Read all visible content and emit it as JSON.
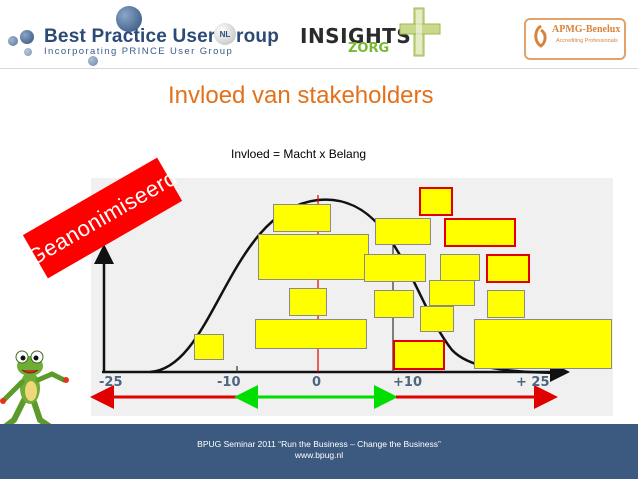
{
  "header": {
    "logo_title": "Best Practice User Group",
    "logo_subtitle": "Incorporating PRINCE User Group",
    "logo_badge": "NL",
    "insights_word": "INSIGHTS",
    "insights_sub": "ZORG",
    "apmg_name": "APMG-Benelux",
    "apmg_tagline": "Accrediting Professionals"
  },
  "slide": {
    "title": "Invloed van stakeholders",
    "formula": "Invloed = Macht x Belang",
    "stamp": "Geanonimiseerd"
  },
  "axis": {
    "ticks": [
      "-25",
      "-10",
      "0",
      "+10",
      "+ 25"
    ]
  },
  "colors": {
    "title_orange": "#e3711b",
    "highlight_yellow": "#ffff00",
    "alert_red": "#e00000",
    "footer_blue": "#3c5a80",
    "axis_green": "#00dd00"
  },
  "footer": {
    "line1": "BPUG Seminar 2011 “Run the Business – Change the Business”",
    "line2": "www.bpug.nl"
  }
}
